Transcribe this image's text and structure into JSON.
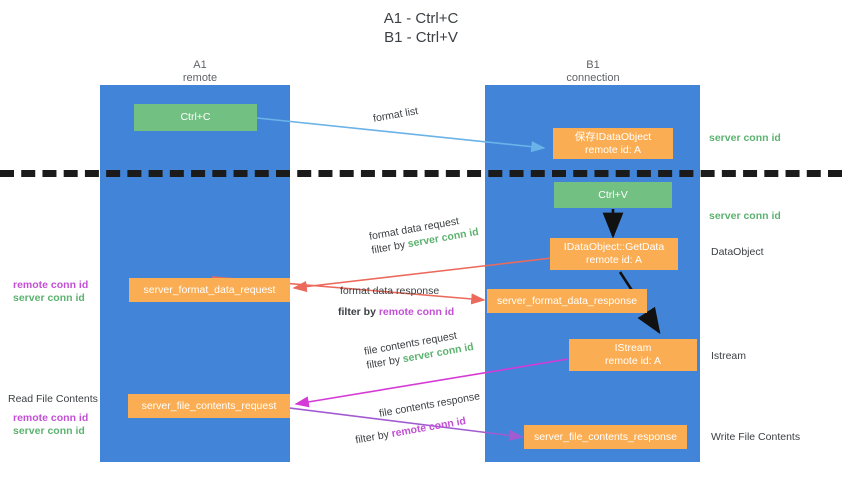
{
  "title": {
    "line1": "A1 - Ctrl+C",
    "line2": "B1 - Ctrl+V"
  },
  "lanes": [
    {
      "id": "a1",
      "name": "A1",
      "sub": "remote",
      "color": "#4285d8"
    },
    {
      "id": "b1",
      "name": "B1",
      "sub": "connection",
      "color": "#4285d8"
    }
  ],
  "nodes": {
    "ctrl_c": {
      "line1": "Ctrl+C",
      "line2": "",
      "color": "#72c183"
    },
    "save_idataobject": {
      "line1": "保存IDataObject",
      "line2": "remote id: A",
      "color": "#fbad53"
    },
    "ctrl_v": {
      "line1": "Ctrl+V",
      "line2": "",
      "color": "#72c183"
    },
    "getdata": {
      "line1": "IDataObject::GetData",
      "line2": "remote id: A",
      "color": "#fbad53"
    },
    "istream": {
      "line1": "IStream",
      "line2": "remote id: A",
      "color": "#fbad53"
    },
    "fmt_req": {
      "line1": "server_format_data_request",
      "line2": "",
      "color": "#fbad53"
    },
    "fmt_resp": {
      "line1": "server_format_data_response",
      "line2": "",
      "color": "#fbad53"
    },
    "file_req": {
      "line1": "server_file_contents_request",
      "line2": "",
      "color": "#fbad53"
    },
    "file_resp": {
      "line1": "server_file_contents_response",
      "line2": "",
      "color": "#fbad53"
    }
  },
  "edge_labels": {
    "format_list": "format list",
    "fmt_req_l1": "format data request",
    "fmt_req_l2_prefix": "filter by ",
    "fmt_req_l2_key": "server conn id",
    "fmt_resp_l1": "format data response",
    "fmt_resp_l2_prefix": "filter by ",
    "fmt_resp_l2_key": "remote conn id",
    "file_req_l1": "file contents request",
    "file_req_l2_prefix": "filter by ",
    "file_req_l2_key": "server conn id",
    "file_resp_l1": "file contents response",
    "file_resp_l2_prefix": "filter by ",
    "file_resp_l2_key": "remote conn id"
  },
  "right_annotations": [
    {
      "id": "server-conn-id-top",
      "text": "server conn id",
      "color": "#5cb270"
    },
    {
      "id": "server-conn-id-second",
      "text": "server conn id",
      "color": "#5cb270"
    },
    {
      "id": "dataobject",
      "text": "DataObject",
      "color": "#3c4043"
    },
    {
      "id": "istream-label",
      "text": "Istream",
      "color": "#3c4043"
    },
    {
      "id": "write-file-contents",
      "text": "Write File Contents",
      "color": "#3c4043"
    }
  ],
  "left_annotations": [
    {
      "id": "remote-conn-id-1",
      "text": "remote conn id",
      "color": "#c24fd4"
    },
    {
      "id": "server-conn-id-1",
      "text": "server conn id",
      "color": "#5cb270"
    },
    {
      "id": "read-file-contents",
      "text": "Read File Contents",
      "color": "#3c4043"
    },
    {
      "id": "remote-conn-id-2",
      "text": "remote conn id",
      "color": "#c24fd4"
    },
    {
      "id": "server-conn-id-2",
      "text": "server conn id",
      "color": "#5cb270"
    }
  ],
  "colors": {
    "lane": "#4285d8",
    "green_node": "#72c183",
    "orange_node": "#fbad53",
    "server_key": "#5cb270",
    "remote_key": "#c24fd4",
    "arrow_blue": "#6ab3e8",
    "arrow_red": "#ec6a5c",
    "arrow_magenta": "#d63ad6",
    "arrow_purple": "#a25bd0",
    "arrow_black": "#111111",
    "separator": "#1b1b1b",
    "text": "#3c4043"
  }
}
